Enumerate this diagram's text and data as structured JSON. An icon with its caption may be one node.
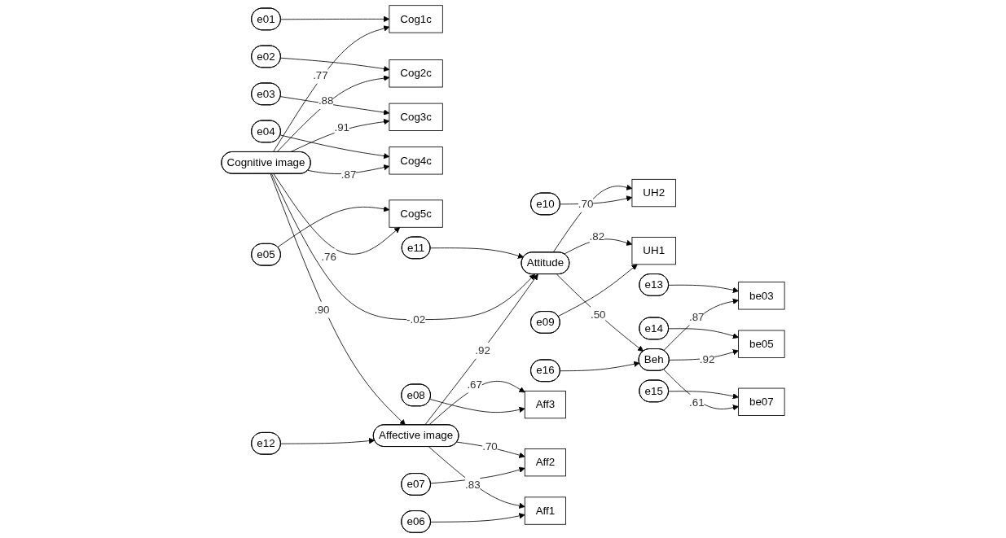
{
  "diagram": {
    "nodes": [
      {
        "text": [
          "e01"
        ]
      },
      {
        "text": [
          "e02"
        ]
      },
      {
        "text": [
          "e03"
        ]
      },
      {
        "text": [
          "e04"
        ]
      },
      {
        "text": [
          "e05"
        ]
      },
      {
        "text": [
          "Cog1c"
        ]
      },
      {
        "text": [
          "Cog2c"
        ]
      },
      {
        "text": [
          "Cog3c"
        ]
      },
      {
        "text": [
          "Cog4c"
        ]
      },
      {
        "text": [
          "Cog5c"
        ]
      },
      {
        "text": [
          "e11"
        ]
      },
      {
        "text": [
          "e13"
        ]
      },
      {
        "text": [
          "e14"
        ]
      },
      {
        "text": [
          "e15"
        ]
      },
      {
        "text": [
          "be03"
        ]
      },
      {
        "text": [
          "be05"
        ]
      },
      {
        "text": [
          "be07"
        ]
      },
      {
        "text": [
          "Cognitive image"
        ]
      },
      {
        "text": [
          "Attitude"
        ]
      },
      {
        "text": [
          "Beh"
        ]
      },
      {
        "text": [
          "e12"
        ]
      },
      {
        "text": [
          "Affective image"
        ]
      },
      {
        "text": [
          "UH2"
        ]
      },
      {
        "text": [
          "UH1"
        ]
      },
      {
        "text": [
          "Aff3"
        ]
      },
      {
        "text": [
          "Aff2"
        ]
      },
      {
        "text": [
          "Aff1"
        ]
      },
      {
        "text": [
          "e16"
        ]
      },
      {
        "text": [
          "e10"
        ]
      },
      {
        "text": [
          "e09"
        ]
      },
      {
        "text": [
          "e08"
        ]
      },
      {
        "text": [
          "e07"
        ]
      },
      {
        "text": [
          "e06"
        ]
      }
    ],
    "edges": [
      {
        "from": 0,
        "to": 5,
        "arrow": "to"
      },
      {
        "from": 1,
        "to": 6,
        "arrow": "to"
      },
      {
        "from": 2,
        "to": 7,
        "arrow": "to"
      },
      {
        "from": 3,
        "to": 8,
        "arrow": "to"
      },
      {
        "from": 4,
        "to": 9,
        "arrow": "to"
      },
      {
        "from": 17,
        "to": 5,
        "arrow": "to",
        "label": ".77"
      },
      {
        "from": 17,
        "to": 6,
        "arrow": "to",
        "label": ".88"
      },
      {
        "from": 17,
        "to": 7,
        "arrow": "to",
        "label": ".91"
      },
      {
        "from": 17,
        "to": 8,
        "arrow": "to",
        "label": ".87"
      },
      {
        "from": 17,
        "to": 9,
        "arrow": "to",
        "label": ".76"
      },
      {
        "from": 10,
        "to": 18,
        "arrow": "to"
      },
      {
        "from": 11,
        "to": 14,
        "arrow": "to"
      },
      {
        "from": 12,
        "to": 15,
        "arrow": "to"
      },
      {
        "from": 13,
        "to": 16,
        "arrow": "to"
      },
      {
        "from": 19,
        "to": 14,
        "arrow": "to",
        "label": ".87"
      },
      {
        "from": 19,
        "to": 15,
        "arrow": "to",
        "label": ".92"
      },
      {
        "from": 19,
        "to": 16,
        "arrow": "to",
        "label": ".61"
      },
      {
        "from": 17,
        "to": 18,
        "arrow": "to",
        "label": "-.02"
      },
      {
        "from": 18,
        "to": 19,
        "arrow": "to",
        "label": ".50"
      },
      {
        "from": 17,
        "to": 21,
        "arrow": "to",
        "label": ".90"
      },
      {
        "from": 20,
        "to": 21,
        "arrow": "to"
      },
      {
        "from": 21,
        "to": 18,
        "arrow": "to",
        "label": ".92"
      },
      {
        "from": 18,
        "to": 22,
        "arrow": "to",
        "label": ".70"
      },
      {
        "from": 18,
        "to": 23,
        "arrow": "to",
        "label": ".82"
      },
      {
        "from": 21,
        "to": 24,
        "arrow": "to",
        "label": ".67"
      },
      {
        "from": 21,
        "to": 25,
        "arrow": "to",
        "label": ".70"
      },
      {
        "from": 21,
        "to": 26,
        "arrow": "to",
        "label": ".83"
      },
      {
        "from": 27,
        "to": 19,
        "arrow": "to"
      },
      {
        "from": 28,
        "to": 22,
        "arrow": "to"
      },
      {
        "from": 29,
        "to": 23,
        "arrow": "to"
      },
      {
        "from": 30,
        "to": 24,
        "arrow": "to"
      },
      {
        "from": 31,
        "to": 25,
        "arrow": "to"
      },
      {
        "from": 32,
        "to": 26,
        "arrow": "to"
      }
    ]
  }
}
